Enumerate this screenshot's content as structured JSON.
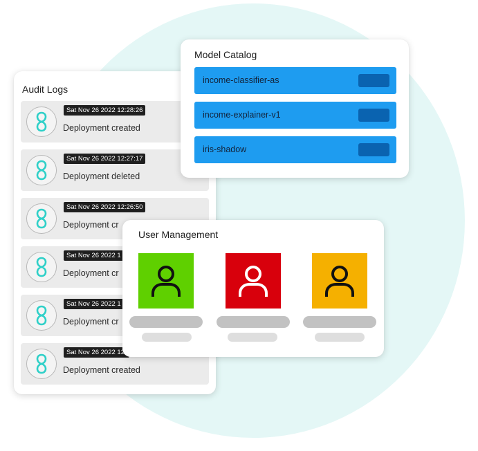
{
  "audit_logs": {
    "title": "Audit Logs",
    "items": [
      {
        "timestamp": "Sat Nov 26 2022 12:28:26",
        "event": "Deployment created"
      },
      {
        "timestamp": "Sat Nov 26 2022 12:27:17",
        "event": "Deployment deleted"
      },
      {
        "timestamp": "Sat Nov 26 2022 12:26:50",
        "event": "Deployment cr"
      },
      {
        "timestamp": "Sat Nov 26 2022 1",
        "event": "Deployment cr"
      },
      {
        "timestamp": "Sat Nov 26 2022 1",
        "event": "Deployment cr"
      },
      {
        "timestamp": "Sat Nov 26 2022 12:",
        "event": "Deployment created"
      }
    ]
  },
  "model_catalog": {
    "title": "Model Catalog",
    "models": [
      {
        "name": "income-classifier-as"
      },
      {
        "name": "income-explainer-v1"
      },
      {
        "name": "iris-shadow"
      }
    ]
  },
  "user_management": {
    "title": "User Management",
    "users": [
      {
        "tile_color": "#5fd000",
        "icon_color": "#111111"
      },
      {
        "tile_color": "#d8000c",
        "icon_color": "#ffffff"
      },
      {
        "tile_color": "#f5b000",
        "icon_color": "#111111"
      }
    ]
  },
  "colors": {
    "accent": "#1e9cf0",
    "logo": "#2fd0c8",
    "background_circle": "#e4f7f6"
  },
  "icons": {
    "log_avatar": "logo-icon",
    "user": "user-icon"
  }
}
